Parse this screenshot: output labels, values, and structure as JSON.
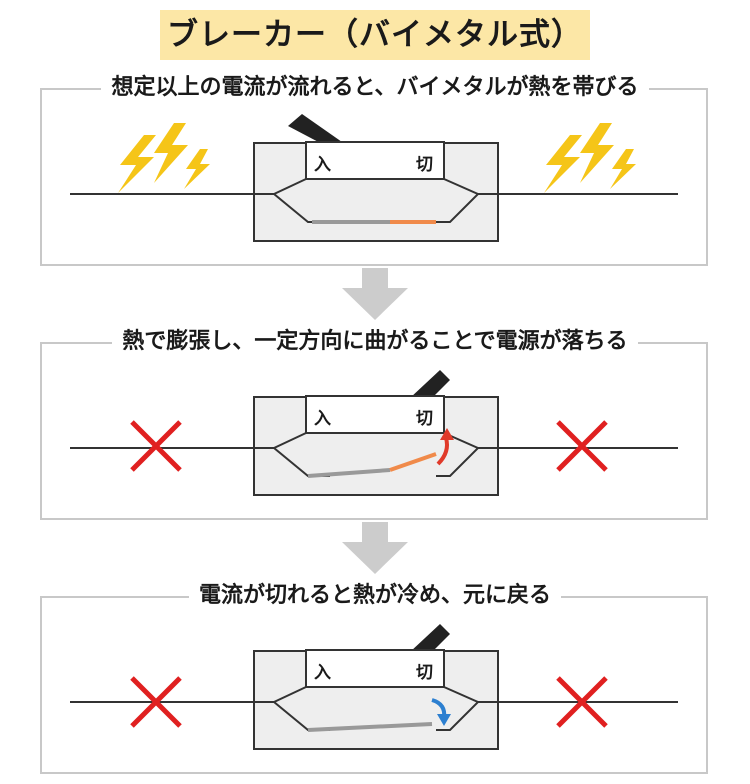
{
  "title": "ブレーカー（バイメタル式）",
  "steps": [
    {
      "caption": "想定以上の電流が流れると、バイメタルが熱を帯びる"
    },
    {
      "caption": "熱で膨張し、一定方向に曲がることで電源が落ちる"
    },
    {
      "caption": "電流が切れると熱が冷め、元に戻る"
    }
  ],
  "switch_labels": {
    "on": "入",
    "off": "切"
  },
  "icons": [
    "lightning-icon",
    "cross-icon",
    "down-arrow-icon",
    "curved-arrow-up-icon",
    "curved-arrow-down-icon"
  ],
  "colors": {
    "title_bg": "#fce7a6",
    "lightning": "#f5c518",
    "cross": "#e02020",
    "hot_strip": "#f08a4a",
    "up_arrow": "#e03a2a",
    "down_arrow": "#2c7fd0",
    "box_fill": "#eeeeee",
    "flow_arrow": "#cccccc"
  }
}
